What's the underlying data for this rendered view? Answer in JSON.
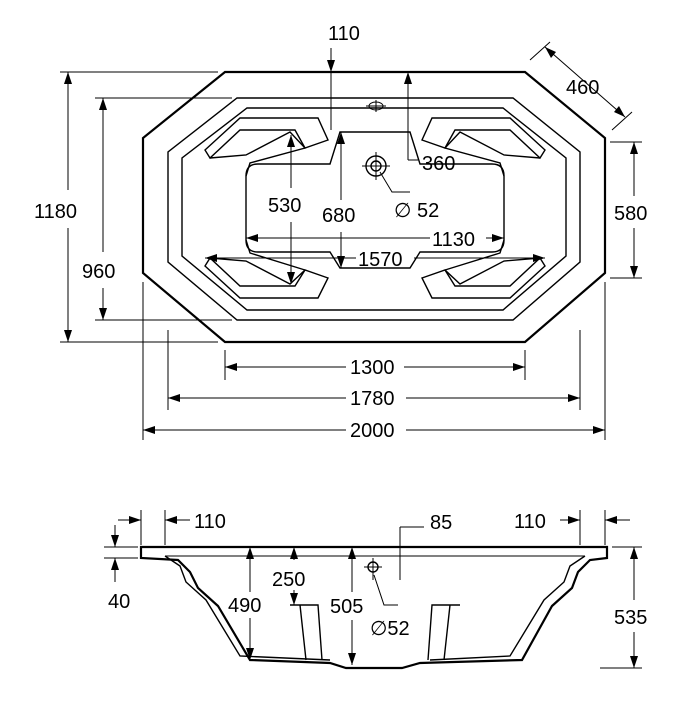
{
  "plan_view": {
    "dim_110": "110",
    "dim_460": "460",
    "dim_360": "360",
    "dim_1180": "1180",
    "dim_530": "530",
    "dim_680": "680",
    "dim_52": "∅ 52",
    "dim_580": "580",
    "dim_1130": "1130",
    "dim_960": "960",
    "dim_1570": "1570",
    "dim_1300": "1300",
    "dim_1780": "1780",
    "dim_2000": "2000"
  },
  "side_view": {
    "dim_110_left": "110",
    "dim_85": "85",
    "dim_110_right": "110",
    "dim_40": "40",
    "dim_250": "250",
    "dim_490": "490",
    "dim_505": "505",
    "dim_52": "∅52",
    "dim_535": "535"
  }
}
